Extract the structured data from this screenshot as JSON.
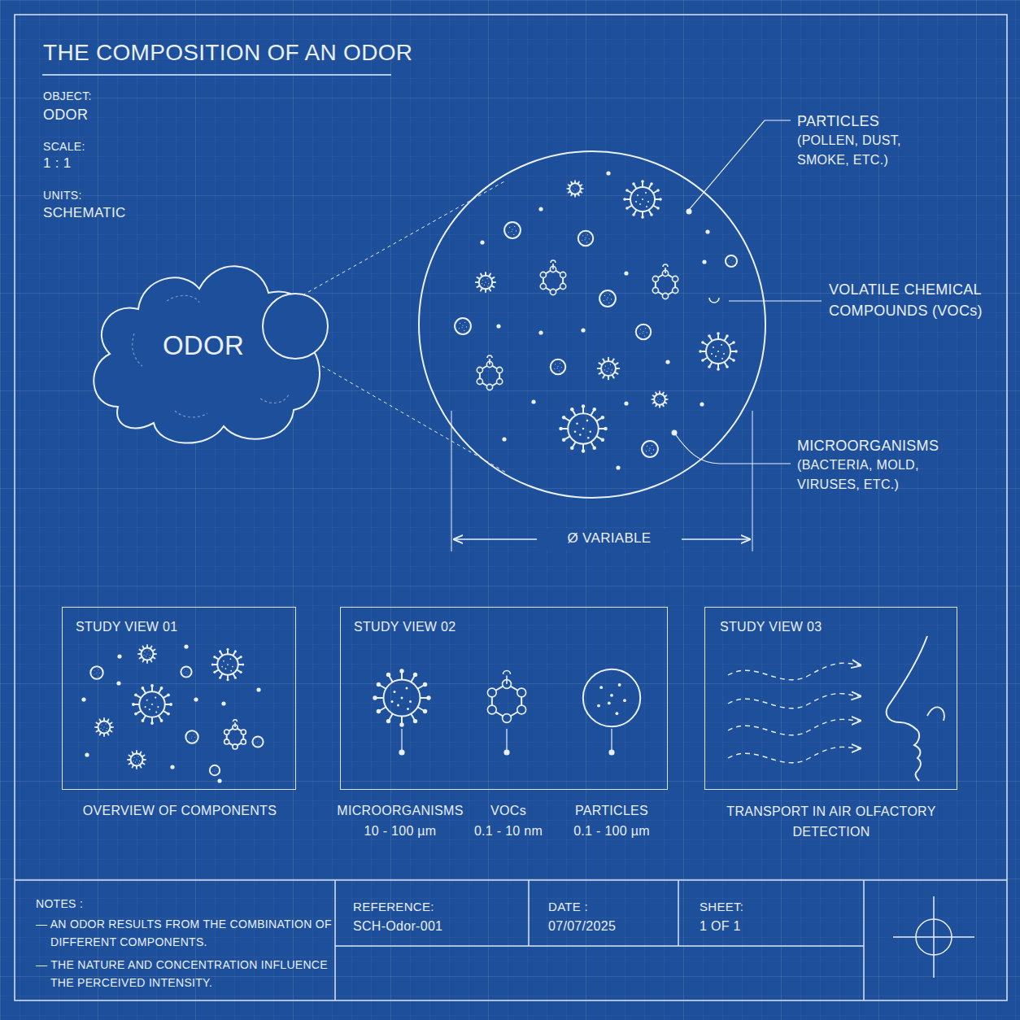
{
  "diagram": {
    "title": "THE COMPOSITION OF AN ODOR",
    "nodes": [
      {
        "text": [
          "ODOR"
        ]
      },
      {
        "text": [
          "STUDY VIEW 01",
          "OVERVIEW OF COMPONENTS"
        ]
      },
      {
        "text": [
          "STUDY VIEW 02",
          "MICROORGANISMS",
          "10 - 100 µm",
          "VOCs",
          "0.1 - 10 nm",
          "PARTICLES",
          "0.1 - 100 µm"
        ]
      },
      {
        "text": [
          "STUDY VIEW 03",
          "TRANSPORT IN AIR OLFACTORY DETECTION"
        ]
      },
      {
        "text": [
          "NOTES :",
          "— AN ODOR RESULTS FROM THE COMBINATION OF DIFFERENT COMPONENTS.",
          "— THE NATURE AND CONCENTRATION INFLUENCE THE PERCEIVED INTENSITY."
        ]
      },
      {
        "text": [
          "REFERENCE:",
          "SCH-Odor-001"
        ]
      },
      {
        "text": [
          "DATE :",
          "07/07/2025"
        ]
      },
      {
        "text": [
          "SHEET:",
          "1 OF 1"
        ]
      }
    ],
    "labels": [
      "OBJECT:",
      "ODOR",
      "SCALE:",
      "1 : 1",
      "UNITS:",
      "SCHEMATIC",
      "PARTICLES",
      "(POLLEN, DUST, SMOKE, ETC.)",
      "VOLATILE CHEMICAL COMPOUNDS (VOCs)",
      "MICROORGANISMS",
      "(BACTERIA, MOLD, VIRUSES, ETC.)",
      "Ø VARIABLE"
    ]
  }
}
